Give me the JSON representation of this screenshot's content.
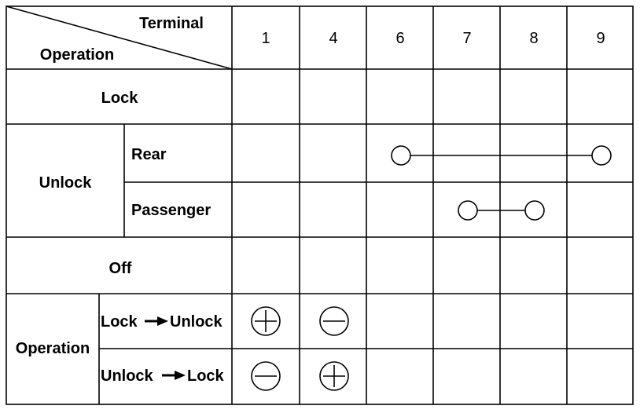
{
  "header": {
    "terminal_label": "Terminal",
    "operation_label": "Operation",
    "terminals": [
      "1",
      "4",
      "6",
      "7",
      "8",
      "9"
    ]
  },
  "rows": {
    "lock": "Lock",
    "unlock": "Unlock",
    "rear": "Rear",
    "passenger": "Passenger",
    "off": "Off",
    "operation": "Operation",
    "lock_unlock": {
      "from": "Lock",
      "to": "Unlock"
    },
    "unlock_lock": {
      "from": "Unlock",
      "to": "Lock"
    }
  },
  "continuity": [
    {
      "row": "Rear",
      "terminals": [
        "6",
        "9"
      ]
    },
    {
      "row": "Passenger",
      "terminals": [
        "7",
        "8"
      ]
    }
  ],
  "polarity": [
    {
      "row": "Lock→Unlock",
      "1": "+",
      "4": "-"
    },
    {
      "row": "Unlock→Lock",
      "1": "-",
      "4": "+"
    }
  ]
}
